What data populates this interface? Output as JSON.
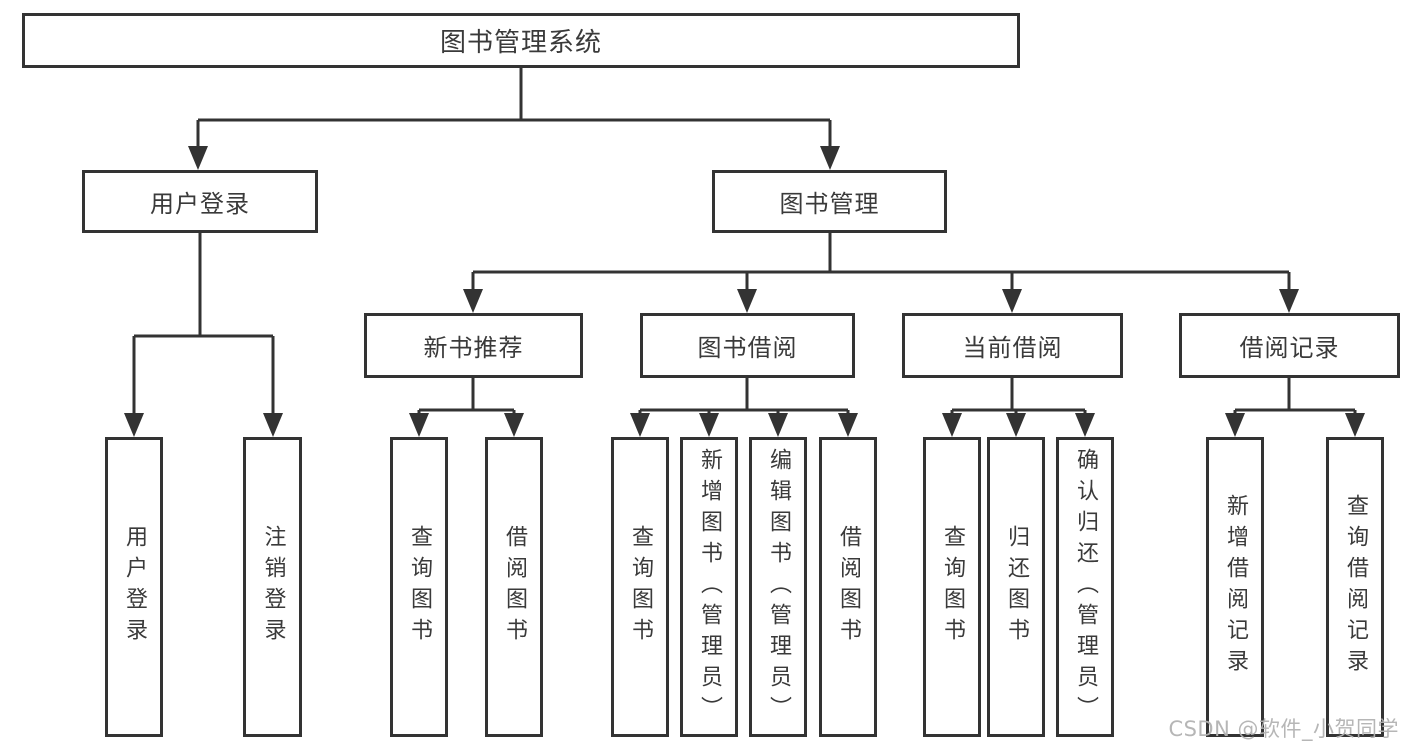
{
  "nodes": {
    "root": "图书管理系统",
    "level2": [
      "用户登录",
      "图书管理"
    ],
    "level3": [
      "新书推荐",
      "图书借阅",
      "当前借阅",
      "借阅记录"
    ],
    "leaves": {
      "user_login": [
        "用户登录",
        "注销登录"
      ],
      "new_books": [
        "查询图书",
        "借阅图书"
      ],
      "book_borrow": [
        "查询图书",
        "新增图书（管理员）",
        "编辑图书（管理员）",
        "借阅图书"
      ],
      "current_borrow": [
        "查询图书",
        "归还图书",
        "确认归还（管理员）"
      ],
      "borrow_records": [
        "新增借阅记录",
        "查询借阅记录"
      ]
    }
  },
  "colors": {
    "line": "#333333",
    "text": "#3a3a3a",
    "background": "#ffffff",
    "watermark": "#b3b3b3"
  },
  "watermark": "CSDN @软件_小贺同学"
}
